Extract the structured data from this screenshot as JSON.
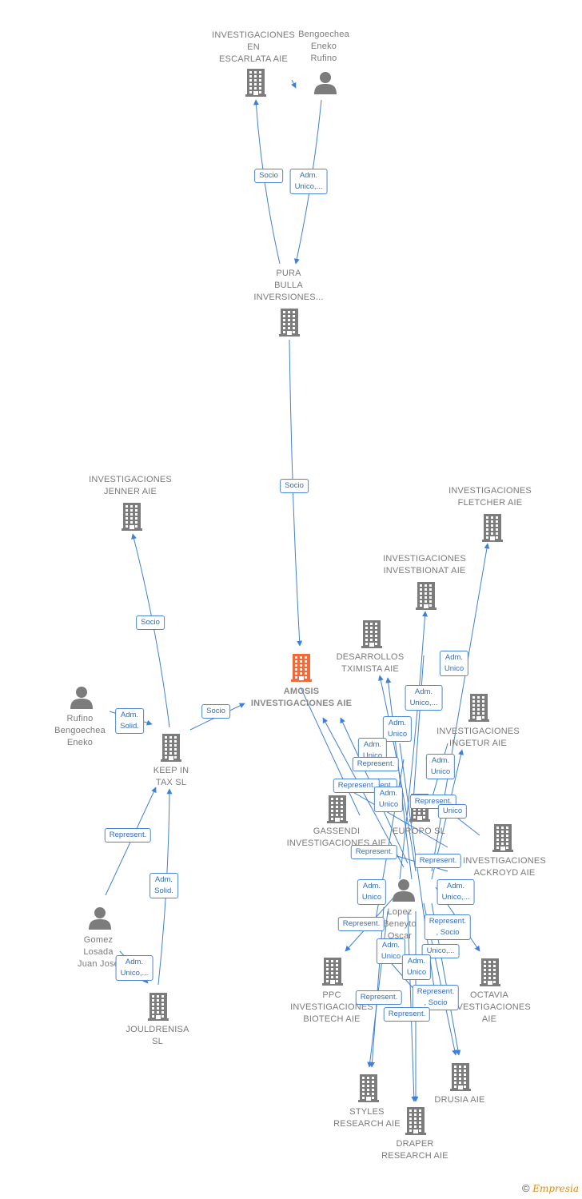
{
  "colors": {
    "edge": "#3f80d6",
    "building": "#7c7c7c",
    "focus": "#f06a3c",
    "person": "#7c7c7c"
  },
  "nodes": [
    {
      "id": "escarlata",
      "type": "company",
      "lines": [
        "INVESTIGACIONES",
        "EN",
        "ESCARLATA AIE"
      ]
    },
    {
      "id": "bengoechea_top",
      "type": "person",
      "lines": [
        "Bengoechea",
        "Eneko",
        "Rufino"
      ]
    },
    {
      "id": "pura",
      "type": "company",
      "lines": [
        "PURA",
        "BULLA",
        "INVERSIONES..."
      ]
    },
    {
      "id": "jenner",
      "type": "company",
      "lines": [
        "INVESTIGACIONES",
        "JENNER AIE"
      ]
    },
    {
      "id": "amosis",
      "type": "focus",
      "lines": [
        "AMOSIS",
        "INVESTIGACIONES AIE"
      ]
    },
    {
      "id": "fletcher",
      "type": "company",
      "lines": [
        "INVESTIGACIONES",
        "FLETCHER AIE"
      ]
    },
    {
      "id": "investbionat",
      "type": "company",
      "lines": [
        "INVESTIGACIONES",
        "INVESTBIONAT AIE"
      ]
    },
    {
      "id": "txi",
      "type": "company",
      "lines": [
        "DESARROLLOS",
        "TXIMISTA AIE"
      ]
    },
    {
      "id": "rufino",
      "type": "person",
      "lines": [
        "Rufino",
        "Bengoechea",
        "Eneko"
      ]
    },
    {
      "id": "keepin",
      "type": "company",
      "lines": [
        "KEEP IN",
        "TAX  SL"
      ]
    },
    {
      "id": "ingetur",
      "type": "company",
      "lines": [
        "INVESTIGACIONES",
        "INGETUR AIE"
      ]
    },
    {
      "id": "gassendi",
      "type": "company",
      "lines": [
        "GASSENDI",
        "INVESTIGACIONES AIE"
      ]
    },
    {
      "id": "europo",
      "type": "company",
      "lines": [
        "EUROPO  SL"
      ]
    },
    {
      "id": "ackroyd",
      "type": "company",
      "lines": [
        "INVESTIGACIONES",
        "ACKROYD AIE"
      ]
    },
    {
      "id": "lopez",
      "type": "person",
      "lines": [
        "Lopez",
        "Beneyto",
        "Oscar"
      ]
    },
    {
      "id": "gomez",
      "type": "person",
      "lines": [
        "Gomez",
        "Losada",
        "Juan Jose"
      ]
    },
    {
      "id": "ppc",
      "type": "company",
      "lines": [
        "PPC",
        "INVESTIGACIONES",
        "BIOTECH  AIE"
      ]
    },
    {
      "id": "octavia",
      "type": "company",
      "lines": [
        "OCTAVIA",
        "INVESTIGACIONES",
        "AIE"
      ]
    },
    {
      "id": "jouldrenisa",
      "type": "company",
      "lines": [
        "JOULDRENISA",
        "SL"
      ]
    },
    {
      "id": "drusia",
      "type": "company",
      "lines": [
        "DRUSIA  AIE"
      ]
    },
    {
      "id": "styles",
      "type": "company",
      "lines": [
        "STYLES",
        "RESEARCH AIE"
      ]
    },
    {
      "id": "draper",
      "type": "company",
      "lines": [
        "DRAPER",
        "RESEARCH AIE"
      ]
    }
  ],
  "edge_labels": [
    "Socio",
    "Adm.\nUnico,...",
    "Socio",
    "Socio",
    "Adm.\nSolid.",
    "Socio",
    "Represent.",
    "Adm.\nSolid.",
    "Adm.\nUnico,...",
    "Adm.\nUnico",
    "Adm.\nUnico,...",
    "Represent.",
    "Adm.\nUnico",
    "Adm.\nUnico",
    "Represent.",
    "Adm.\nUnico",
    "Represent.",
    "Adm.\nUnico",
    "Represent.",
    "Unico",
    "Represent.",
    "Represent.",
    "Adm.\nUnico",
    "Adm.\nUnico,...",
    "Represent.",
    "Represent.\n, Socio",
    "Adm.\nUnico",
    "Unico,...",
    "Adm.\nUnico",
    "Represent.",
    "Represent.\n, Socio",
    "Represent."
  ],
  "footer": {
    "copyright": "©",
    "brand": "Empresia"
  }
}
